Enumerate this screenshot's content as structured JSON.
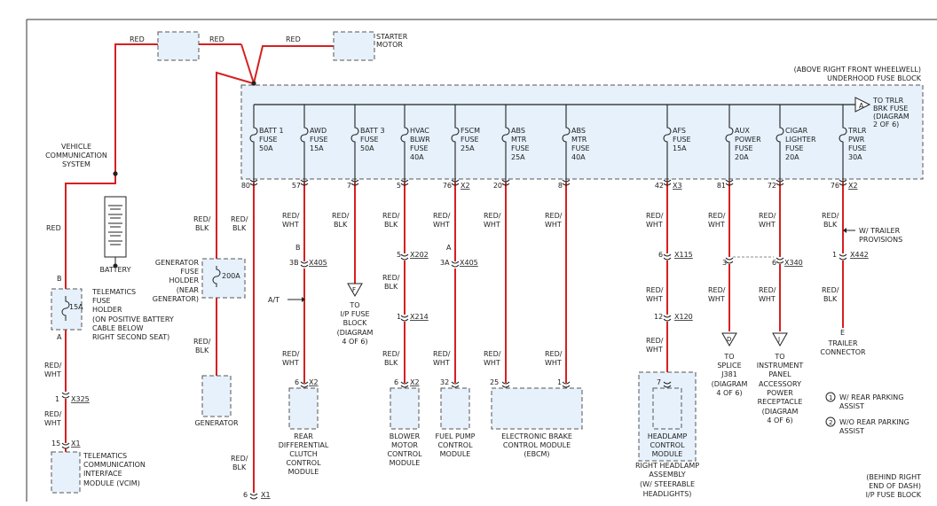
{
  "wire_labels": {
    "red": "RED",
    "red_blk": [
      "RED/",
      "BLK"
    ],
    "red_wht": [
      "RED/",
      "WHT"
    ]
  },
  "top": {
    "starter_motor": [
      "STARTER",
      "MOTOR"
    ],
    "fuse_block_loc": [
      "(ABOVE RIGHT FRONT WHEELWELL)",
      "UNDERHOOD FUSE BLOCK"
    ],
    "trlr_brk": [
      "TO TRLR",
      "BRK FUSE",
      "(DIAGRAM",
      "2 OF 6)"
    ],
    "trlr_brk_letter": "A"
  },
  "fuses": [
    {
      "lines": [
        "BATT 1",
        "FUSE",
        "50A"
      ],
      "pin": "80",
      "conn": ""
    },
    {
      "lines": [
        "AWD",
        "FUSE",
        "15A"
      ],
      "pin": "57",
      "conn": ""
    },
    {
      "lines": [
        "BATT 3",
        "FUSE",
        "50A"
      ],
      "pin": "7",
      "conn": ""
    },
    {
      "lines": [
        "HVAC",
        "BLWR",
        "FUSE",
        "40A"
      ],
      "pin": "5",
      "conn": ""
    },
    {
      "lines": [
        "FSCM",
        "FUSE",
        "25A"
      ],
      "pin": "76",
      "conn": "X2"
    },
    {
      "lines": [
        "ABS",
        "MTR",
        "FUSE",
        "25A"
      ],
      "pin": "20",
      "conn": ""
    },
    {
      "lines": [
        "ABS",
        "MTR",
        "FUSE",
        "40A"
      ],
      "pin": "8",
      "conn": ""
    },
    {
      "lines": [
        "AFS",
        "FUSE",
        "15A"
      ],
      "pin": "42",
      "conn": "X3"
    },
    {
      "lines": [
        "AUX",
        "POWER",
        "FUSE",
        "20A"
      ],
      "pin": "81",
      "conn": ""
    },
    {
      "lines": [
        "CIGAR",
        "LIGHTER",
        "FUSE",
        "20A"
      ],
      "pin": "72",
      "conn": ""
    },
    {
      "lines": [
        "TRLR",
        "PWR",
        "FUSE",
        "30A"
      ],
      "pin": "76",
      "conn": "X2"
    }
  ],
  "left": {
    "vcs": [
      "VEHICLE",
      "COMMUNICATION",
      "SYSTEM"
    ],
    "battery": "BATTERY",
    "telematics_fuse_rating": "15A",
    "telematics_fuse_desc": [
      "TELEMATICS",
      "FUSE",
      "HOLDER",
      "(ON POSITIVE BATTERY",
      "CABLE BELOW",
      "RIGHT SECOND SEAT)"
    ],
    "pin_b": "B",
    "pin_a": "A",
    "x325_pin": "1",
    "x325": "X325",
    "x1_pin": "15",
    "x1": "X1",
    "vcim": [
      "TELEMATICS",
      "COMMUNICATION",
      "INTERFACE",
      "MODULE (VCIM)"
    ],
    "gen_fuse_desc": [
      "GENERATOR",
      "FUSE",
      "HOLDER",
      "(NEAR",
      "GENERATOR)"
    ],
    "gen_fuse_rating": "200A",
    "generator": "GENERATOR",
    "at": "A/T",
    "bottom_pin": "6",
    "bottom_conn": "X1"
  },
  "middle": {
    "x405_pin_b": "B",
    "x405_pin_3b": "3B",
    "x405": "X405",
    "rear_diff_pin": "6",
    "x2": "X2",
    "rear_diff": [
      "REAR",
      "DIFFERENTIAL",
      "CLUTCH",
      "CONTROL",
      "MODULE"
    ],
    "ip_fuse_letter": "F",
    "ip_fuse": [
      "TO",
      "I/P FUSE",
      "BLOCK",
      "(DIAGRAM",
      "4 OF 6)"
    ],
    "x202_pin": "5",
    "x202": "X202",
    "x214_pin": "1",
    "x214": "X214",
    "blower_pin": "6",
    "blower": [
      "BLOWER",
      "MOTOR",
      "CONTROL",
      "MODULE"
    ],
    "fsc_pin_a": "A",
    "fsc_pin_3a": "3A",
    "fsc_x405": "X405",
    "fuel_pin": "32",
    "fuel": [
      "FUEL PUMP",
      "CONTROL",
      "MODULE"
    ],
    "ebcm_pin_left": "25",
    "ebcm_pin_right": "1",
    "ebcm": [
      "ELECTRONIC BRAKE",
      "CONTROL MODULE",
      "(EBCM)"
    ]
  },
  "right": {
    "x115_pin": "6",
    "x115": "X115",
    "x120_pin": "12",
    "x120": "X120",
    "headlamp_pin": "7",
    "headlamp_module": [
      "HEADLAMP",
      "CONTROL",
      "MODULE"
    ],
    "headlamp_assembly": [
      "RIGHT HEADLAMP",
      "ASSEMBLY",
      "(W/ STEERABLE",
      "HEADLIGHTS)"
    ],
    "aux_pin": "3",
    "x340_pin": "6",
    "x340": "X340",
    "splice_letter": "D",
    "splice": [
      "TO",
      "SPLICE",
      "J381",
      "(DIAGRAM",
      "4 OF 6)"
    ],
    "ip_letter": "J",
    "ip_acc": [
      "TO",
      "INSTRUMENT",
      "PANEL",
      "ACCESSORY",
      "POWER",
      "RECEPTACLE",
      "(DIAGRAM",
      "4 OF 6)"
    ],
    "trailer_provisions": [
      "W/ TRAILER",
      "PROVISIONS"
    ],
    "x442_pin": "1",
    "x442": "X442",
    "trailer_pin": "E",
    "trailer_connector": [
      "TRAILER",
      "CONNECTOR"
    ],
    "legend_1_num": "1",
    "legend_1": [
      "W/ REAR PARKING",
      "ASSIST"
    ],
    "legend_2_num": "2",
    "legend_2": [
      "W/O REAR PARKING",
      "ASSIST"
    ],
    "ip_block_loc": [
      "(BEHIND RIGHT",
      "END OF DASH)",
      "I/P FUSE BLOCK"
    ]
  }
}
